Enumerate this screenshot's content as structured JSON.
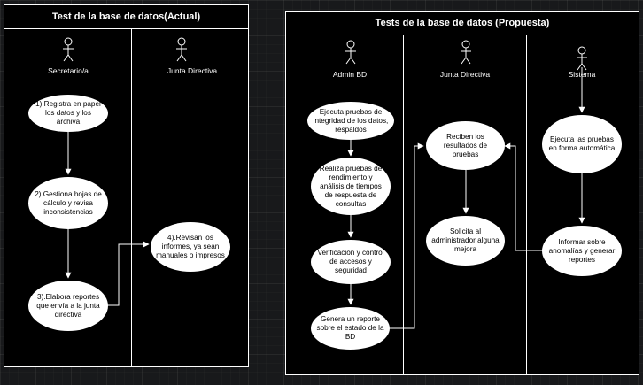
{
  "left_pool": {
    "title": "Test de la base de datos(Actual)",
    "lanes": [
      {
        "actor": "Secretario/a"
      },
      {
        "actor": "Junta Directiva"
      }
    ],
    "nodes": [
      "1).Registra en papel los datos y los archiva",
      "2).Gestiona hojas de cálculo y revisa inconsistencias",
      "3).Elabora reportes que envía a la junta directiva",
      "4).Revisan los informes, ya sean manuales o impresos"
    ]
  },
  "right_pool": {
    "title": "Tests de la base de datos (Propuesta)",
    "lanes": [
      {
        "actor": "Admin BD"
      },
      {
        "actor": "Junta Directiva"
      },
      {
        "actor": "Sistema"
      }
    ],
    "nodes": [
      "Ejecuta pruebas de integridad de los datos, respaldos",
      "Realiza pruebas de rendimiento y análisis de tiempos de respuesta de consultas",
      "Verificación y control de accesos y seguridad",
      "Genera un reporte sobre el estado de la BD",
      "Reciben los resultados de pruebas",
      "Solicita al administrador alguna mejora",
      "Ejecuta las pruebas en forma automática",
      "Informar sobre anomalías y generar reportes"
    ]
  },
  "colors": {
    "background": "#18191b",
    "pool": "#000000",
    "stroke": "#ffffff",
    "node_fill": "#ffffff",
    "text": "#000000"
  }
}
